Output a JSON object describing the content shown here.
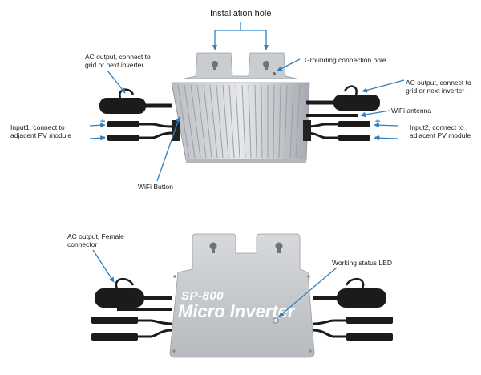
{
  "top_view": {
    "installation_hole": "Installation hole",
    "grounding_hole": "Grounding connection hole",
    "ac_output_left": [
      "AC output, connect to",
      "grid or next inverter"
    ],
    "ac_output_right": [
      "AC output, connect to",
      "grid or next inverter"
    ],
    "wifi_antenna": "WiFi antenna",
    "input1": [
      "Input1, connect to",
      "adjacent PV module"
    ],
    "input2": [
      "Input2, connect to",
      "adjacent PV module"
    ],
    "wifi_button": "WiFi Button",
    "plus": "+",
    "minus": "–"
  },
  "bottom_view": {
    "ac_output_female": [
      "AC output, Female",
      "connector"
    ],
    "working_led": "Working status LED",
    "model": "SP-800",
    "product_name": "Micro Inverter"
  },
  "colors": {
    "arrow": "#2f7fc0",
    "housing": "#c8cbcf",
    "fins": "#a9adb2",
    "cable": "#1b1b1b",
    "label_text": "#1a1a1a",
    "product_text": "#ffffff"
  }
}
